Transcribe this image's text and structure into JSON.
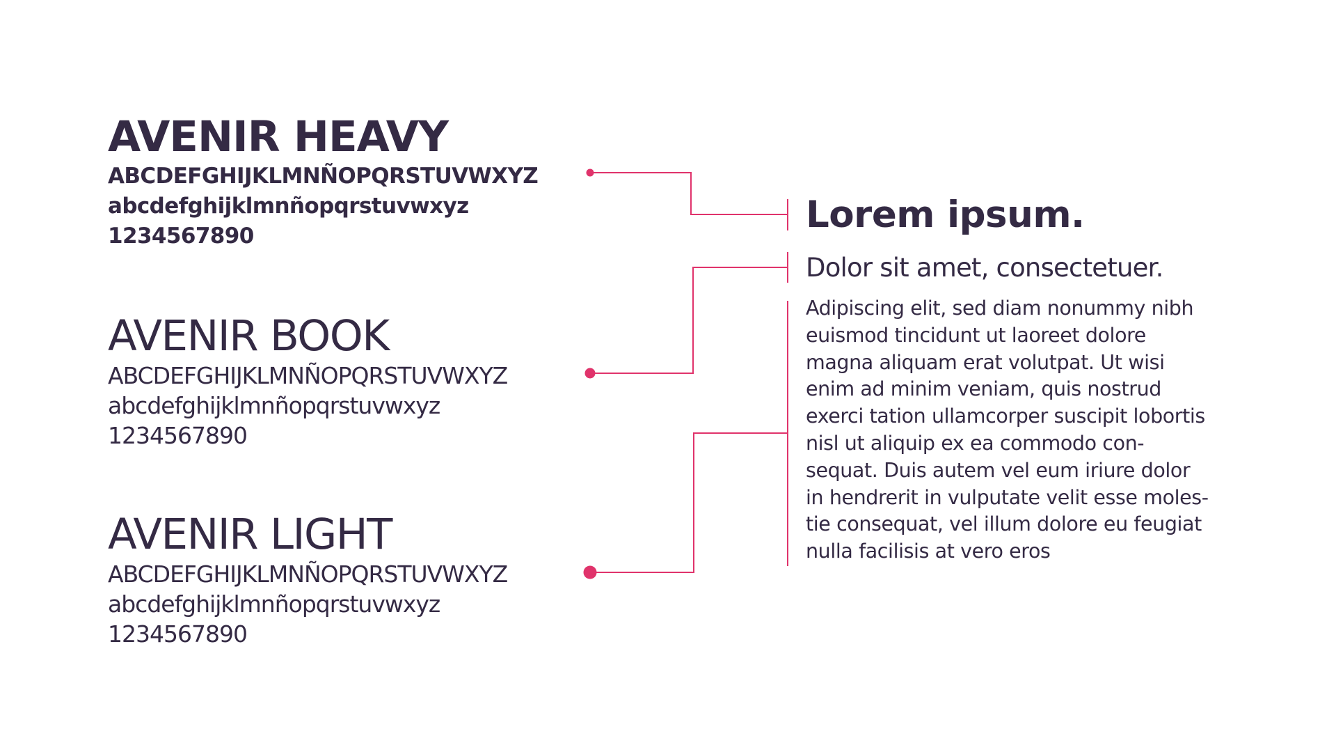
{
  "accent_color": "#e0336b",
  "text_color": "#342a44",
  "specimens": [
    {
      "name": "AVENIR HEAVY",
      "uppercase": "ABCDEFGHIJKLMNÑOPQRSTUVWXYZ",
      "lowercase": "abcdefghijklmnñopqrstuvwxyz",
      "digits": "1234567890"
    },
    {
      "name": "AVENIR BOOK",
      "uppercase": "ABCDEFGHIJKLMNÑOPQRSTUVWXYZ",
      "lowercase": "abcdefghijklmnñopqrstuvwxyz",
      "digits": "1234567890"
    },
    {
      "name": "AVENIR LIGHT",
      "uppercase": "ABCDEFGHIJKLMNÑOPQRSTUVWXYZ",
      "lowercase": "abcdefghijklmnñopqrstuvwxyz",
      "digits": "1234567890"
    }
  ],
  "sample": {
    "title": "Lorem ipsum.",
    "subtitle": "Dolor sit amet, consectetuer.",
    "body_lines": [
      "Adipiscing elit, sed diam nonummy nibh",
      "euismod tincidunt ut laoreet dolore",
      "magna aliquam erat volutpat. Ut wisi",
      "enim ad minim veniam, quis nostrud",
      "exerci tation ullamcorper suscipit lobortis",
      "nisl ut aliquip ex ea commodo con-",
      "sequat. Duis autem vel eum iriure dolor",
      "in hendrerit in vulputate velit esse moles-",
      "tie consequat, vel illum dolore eu feugiat",
      "nulla facilisis at vero eros"
    ]
  }
}
